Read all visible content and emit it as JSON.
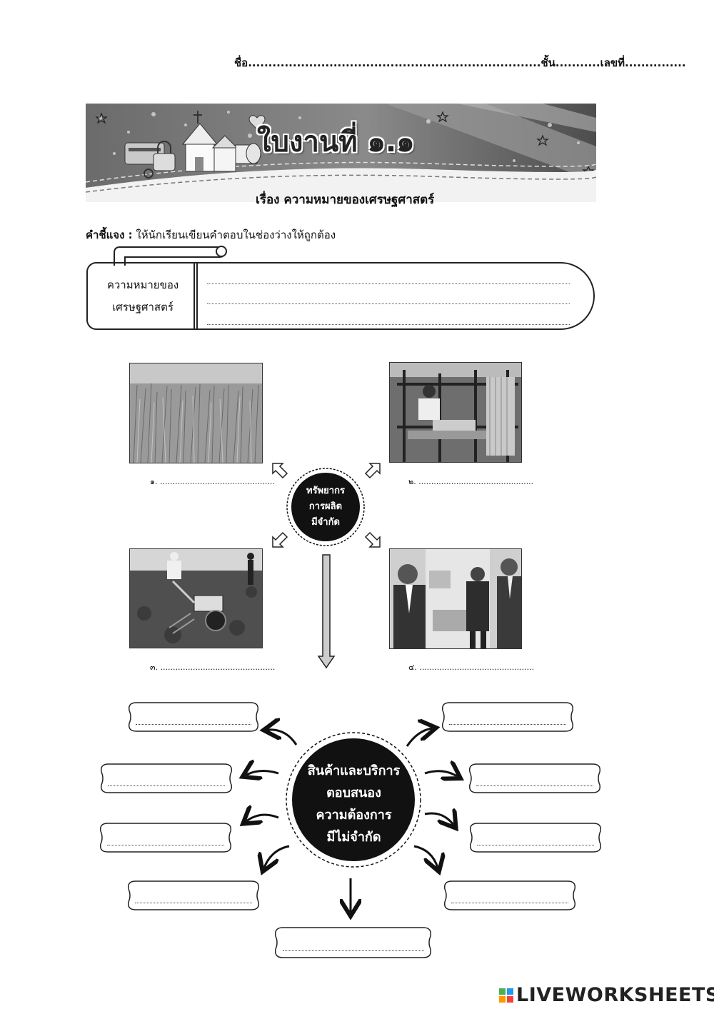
{
  "header": {
    "name_line": "ชื่อ........................................................................ชั้น...........เลขที่..............."
  },
  "banner": {
    "title": "ใบงานที่ ๑.๑",
    "subtitle": "เรื่อง ความหมายของเศรษฐศาสตร์"
  },
  "instruction": {
    "label": "คำชี้แจง :",
    "text": " ให้นักเรียนเขียนคำตอบในช่องว่างให้ถูกต้อง"
  },
  "meaning": {
    "label_line1": "ความหมายของ",
    "label_line2": "เศรษฐศาสตร์"
  },
  "resources": {
    "center_line1": "ทรัพยากร",
    "center_line2": "การผลิต",
    "center_line3": "มีจำกัด",
    "captions": [
      "๑. ..............................................",
      "๒. ..............................................",
      "๓. ..............................................",
      "๔. .............................................."
    ],
    "photos": [
      "rice-field-photo",
      "weaving-loom-photo",
      "tractor-plowing-photo",
      "businessmen-photo"
    ]
  },
  "goods": {
    "center_line1": "สินค้าและบริการ",
    "center_line2": "ตอบสนอง",
    "center_line3": "ความต้องการ",
    "center_line4": "มีไม่จำกัด"
  },
  "footer": {
    "brand": "LIVEWORKSHEETS"
  },
  "colors": {
    "ink": "#111111",
    "banner_dark": "#5a5a5a",
    "banner_light": "#bdbdbd"
  }
}
